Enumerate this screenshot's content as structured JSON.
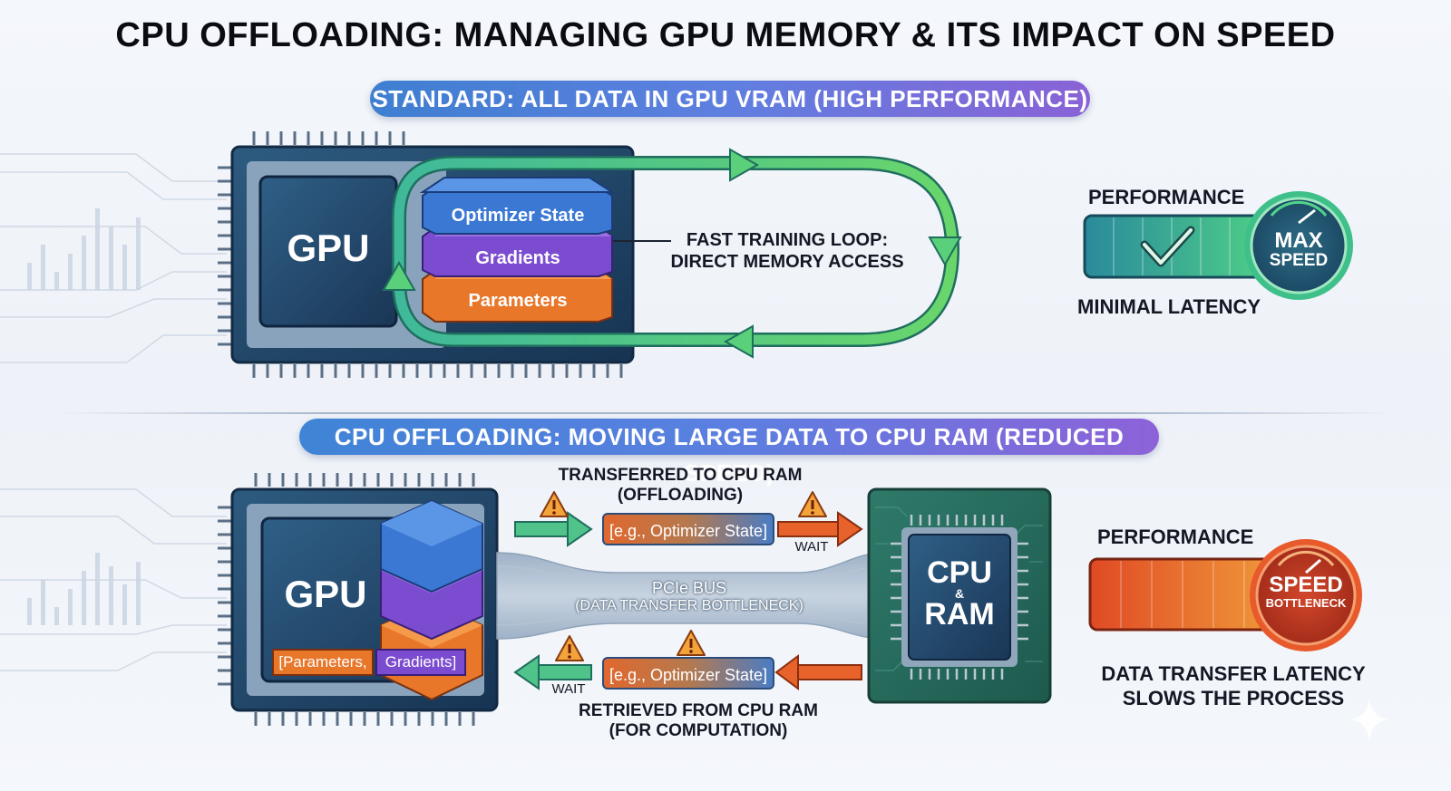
{
  "title": "CPU OFFLOADING: MANAGING GPU MEMORY & ITS IMPACT ON SPEED",
  "standard": {
    "banner": "STANDARD: ALL DATA IN GPU VRAM (HIGH PERFORMANCE)",
    "gpu_label": "GPU",
    "layers": [
      "Optimizer State",
      "Gradients",
      "Parameters"
    ],
    "loop_label_line1": "FAST TRAINING LOOP:",
    "loop_label_line2": "DIRECT MEMORY ACCESS",
    "performance_label": "PERFORMANCE",
    "gauge_line1": "MAX",
    "gauge_line2": "SPEED",
    "latency_label": "MINIMAL LATENCY"
  },
  "offloading": {
    "banner": "CPU OFFLOADING: MOVING LARGE DATA TO CPU RAM (REDUCED SPEED)",
    "gpu_label": "GPU",
    "gpu_tag_1": "[Parameters,",
    "gpu_tag_2": "Gradients]",
    "transfer_line1": "TRANSFERRED TO CPU RAM",
    "transfer_line2": "(OFFLOADING)",
    "transfer_pill": "[e.g., Optimizer State]",
    "wait_top": "WAIT",
    "bus_line1": "PCIe BUS",
    "bus_line2": "(DATA TRANSFER BOTTLENECK)",
    "retrieve_pill": "[e.g., Optimizer State]",
    "wait_bottom": "WAIT",
    "retrieve_line1": "RETRIEVED FROM CPU RAM",
    "retrieve_line2": "(FOR COMPUTATION)",
    "cpu_line1": "CPU",
    "cpu_amp": "&",
    "cpu_line2": "RAM",
    "performance_label": "PERFORMANCE",
    "gauge_line1": "SPEED",
    "gauge_line2": "BOTTLENECK",
    "latency_line1": "DATA TRANSFER LATENCY",
    "latency_line2": "SLOWS THE PROCESS"
  },
  "colors": {
    "green": "#3fbf7a",
    "orange": "#e8632c",
    "blue": "#3a6fd0",
    "purple": "#7b4fd0",
    "chip": "#1d3f5f"
  },
  "icons": [
    "warning-icon",
    "check-icon",
    "speedometer-icon"
  ]
}
